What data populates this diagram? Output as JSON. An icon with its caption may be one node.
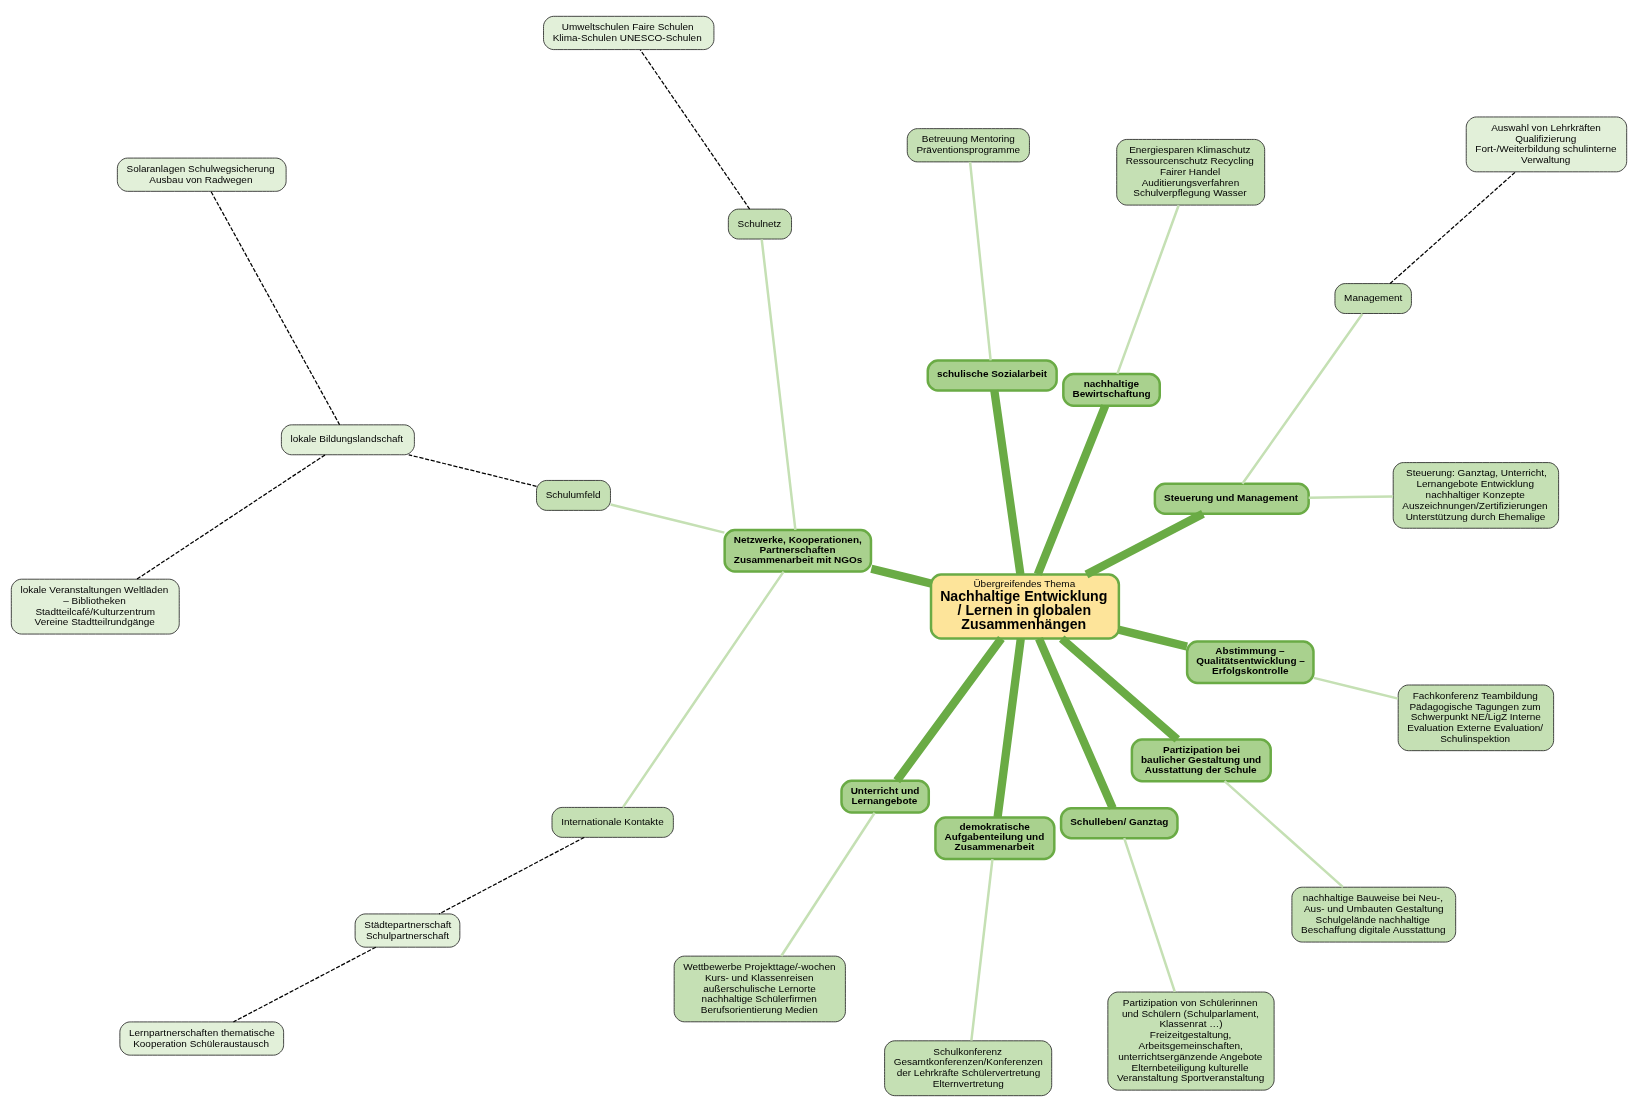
{
  "diagram": {
    "nodes": [
      {
        "text": [
          "Übergreifendes Thema",
          "Nachhaltige Entwicklung / Lernen in globalen Zusammenhängen"
        ]
      },
      {
        "text": [
          "Steuerung und Management"
        ]
      },
      {
        "text": [
          "Steuerung: Ganztag, Unterricht, Lernangebote Entwicklung nachhaltiger Konzepte Auszeichnungen/Zertifizierungen Unterstützung durch Ehemalige"
        ]
      },
      {
        "text": [
          "Management"
        ]
      },
      {
        "text": [
          "Auswahl von Lehrkräften Qualifizierung Fort-/Weiterbildung schulinterne Verwaltung"
        ]
      },
      {
        "text": [
          "nachhaltige Bewirtschaftung"
        ]
      },
      {
        "text": [
          "Energiesparen Klimaschutz Ressourcenschutz Recycling Fairer Handel Auditierungsverfahren Schulverpflegung Wasser"
        ]
      },
      {
        "text": [
          "schulische Sozialarbeit"
        ]
      },
      {
        "text": [
          "Betreuung Mentoring Präventionsprogramme"
        ]
      },
      {
        "text": [
          "Netzwerke, Kooperationen, Partnerschaften Zusammenarbeit mit NGOs"
        ]
      },
      {
        "text": [
          "Schulnetz"
        ]
      },
      {
        "text": [
          "Umweltschulen Faire Schulen Klima-Schulen UNESCO-Schulen"
        ]
      },
      {
        "text": [
          "Schulumfeld"
        ]
      },
      {
        "text": [
          "lokale Bildungslandschaft"
        ]
      },
      {
        "text": [
          "Solaranlagen Schulwegsicherung Ausbau von Radwegen"
        ]
      },
      {
        "text": [
          "lokale Veranstaltungen Weltläden – Bibliotheken Stadtteilcafé/Kulturzentrum Vereine Stadtteilrundgänge"
        ]
      },
      {
        "text": [
          "Internationale Kontakte"
        ]
      },
      {
        "text": [
          "Städtepartnerschaft Schulpartnerschaft"
        ]
      },
      {
        "text": [
          "Lernpartnerschaften thematische Kooperation Schüleraustausch"
        ]
      },
      {
        "text": [
          "Unterricht und Lernangebote"
        ]
      },
      {
        "text": [
          "Wettbewerbe Projekttage/-wochen Kurs- und Klassenreisen außerschulische Lernorte nachhaltige Schülerfirmen Berufsorientierung Medien"
        ]
      },
      {
        "text": [
          "demokratische Aufgabenteilung und Zusammenarbeit"
        ]
      },
      {
        "text": [
          "Schulkonferenz Gesamtkonferenzen/Konferenzen der Lehrkräfte Schülervertretung Elternvertretung"
        ]
      },
      {
        "text": [
          "Schulleben/ Ganztag"
        ]
      },
      {
        "text": [
          "Partizipation von Schülerinnen und Schülern (Schulparlament, Klassenrat …) Freizeitgestaltung, Arbeitsgemeinschaften, unterrichtsergänzende Angebote Elternbeteiligung kulturelle Veranstaltung Sportveranstaltung"
        ]
      },
      {
        "text": [
          "Partizipation bei baulicher Gestaltung und Ausstattung der Schule"
        ]
      },
      {
        "text": [
          "nachhaltige Bauweise bei Neu-, Aus- und Umbauten Gestaltung Schulgelände nachhaltige Beschaffung digitale Ausstattung"
        ]
      },
      {
        "text": [
          "Abstimmung – Qualitätsentwicklung – Erfolgskontrolle"
        ]
      },
      {
        "text": [
          "Fachkonferenz Teambildung Pädagogische Tagungen zum Schwerpunkt NE/LigZ Interne Evaluation Externe Evaluation/ Schulinspektion"
        ]
      }
    ],
    "edges": [
      {
        "from": 0,
        "to": 1,
        "arrow": "none",
        "style": "thick",
        "color": "#6aab45"
      },
      {
        "from": 0,
        "to": 5,
        "arrow": "none",
        "style": "thick",
        "color": "#6aab45"
      },
      {
        "from": 0,
        "to": 7,
        "arrow": "none",
        "style": "thick",
        "color": "#6aab45"
      },
      {
        "from": 0,
        "to": 9,
        "arrow": "none",
        "style": "thick",
        "color": "#6aab45"
      },
      {
        "from": 0,
        "to": 19,
        "arrow": "none",
        "style": "thick",
        "color": "#6aab45"
      },
      {
        "from": 0,
        "to": 27,
        "arrow": "none",
        "style": "thick",
        "color": "#6aab45"
      },
      {
        "from": 0,
        "to": 25,
        "arrow": "none",
        "style": "thick",
        "color": "#6aab45"
      },
      {
        "from": 0,
        "to": 23,
        "arrow": "none",
        "style": "thick",
        "color": "#6aab45"
      },
      {
        "from": 0,
        "to": 21,
        "arrow": "none",
        "style": "thick",
        "color": "#6aab45"
      },
      {
        "from": 1,
        "to": 2,
        "arrow": "none"
      },
      {
        "from": 1,
        "to": 3,
        "arrow": "none"
      },
      {
        "from": 3,
        "to": 4,
        "arrow": "none",
        "style": "dashed",
        "color": "#000000"
      },
      {
        "from": 5,
        "to": 6,
        "arrow": "none"
      },
      {
        "from": 7,
        "to": 8,
        "arrow": "none"
      },
      {
        "from": 9,
        "to": 10,
        "arrow": "none"
      },
      {
        "from": 9,
        "to": 12,
        "arrow": "none"
      },
      {
        "from": 9,
        "to": 16,
        "arrow": "none"
      },
      {
        "from": 10,
        "to": 11,
        "arrow": "none",
        "style": "dashed",
        "color": "#000000"
      },
      {
        "from": 12,
        "to": 13,
        "arrow": "none",
        "style": "dashed",
        "color": "#000000"
      },
      {
        "from": 13,
        "to": 14,
        "arrow": "none",
        "style": "dashed",
        "color": "#000000"
      },
      {
        "from": 13,
        "to": 15,
        "arrow": "none",
        "style": "dashed",
        "color": "#000000"
      },
      {
        "from": 16,
        "to": 17,
        "arrow": "none",
        "style": "dashed",
        "color": "#000000"
      },
      {
        "from": 17,
        "to": 18,
        "arrow": "none",
        "style": "dashed",
        "color": "#000000"
      },
      {
        "from": 19,
        "to": 20,
        "arrow": "none"
      },
      {
        "from": 21,
        "to": 22,
        "arrow": "none"
      },
      {
        "from": 23,
        "to": 24,
        "arrow": "none"
      },
      {
        "from": 25,
        "to": 26,
        "arrow": "none"
      },
      {
        "from": 27,
        "to": 28,
        "arrow": "none"
      }
    ]
  }
}
